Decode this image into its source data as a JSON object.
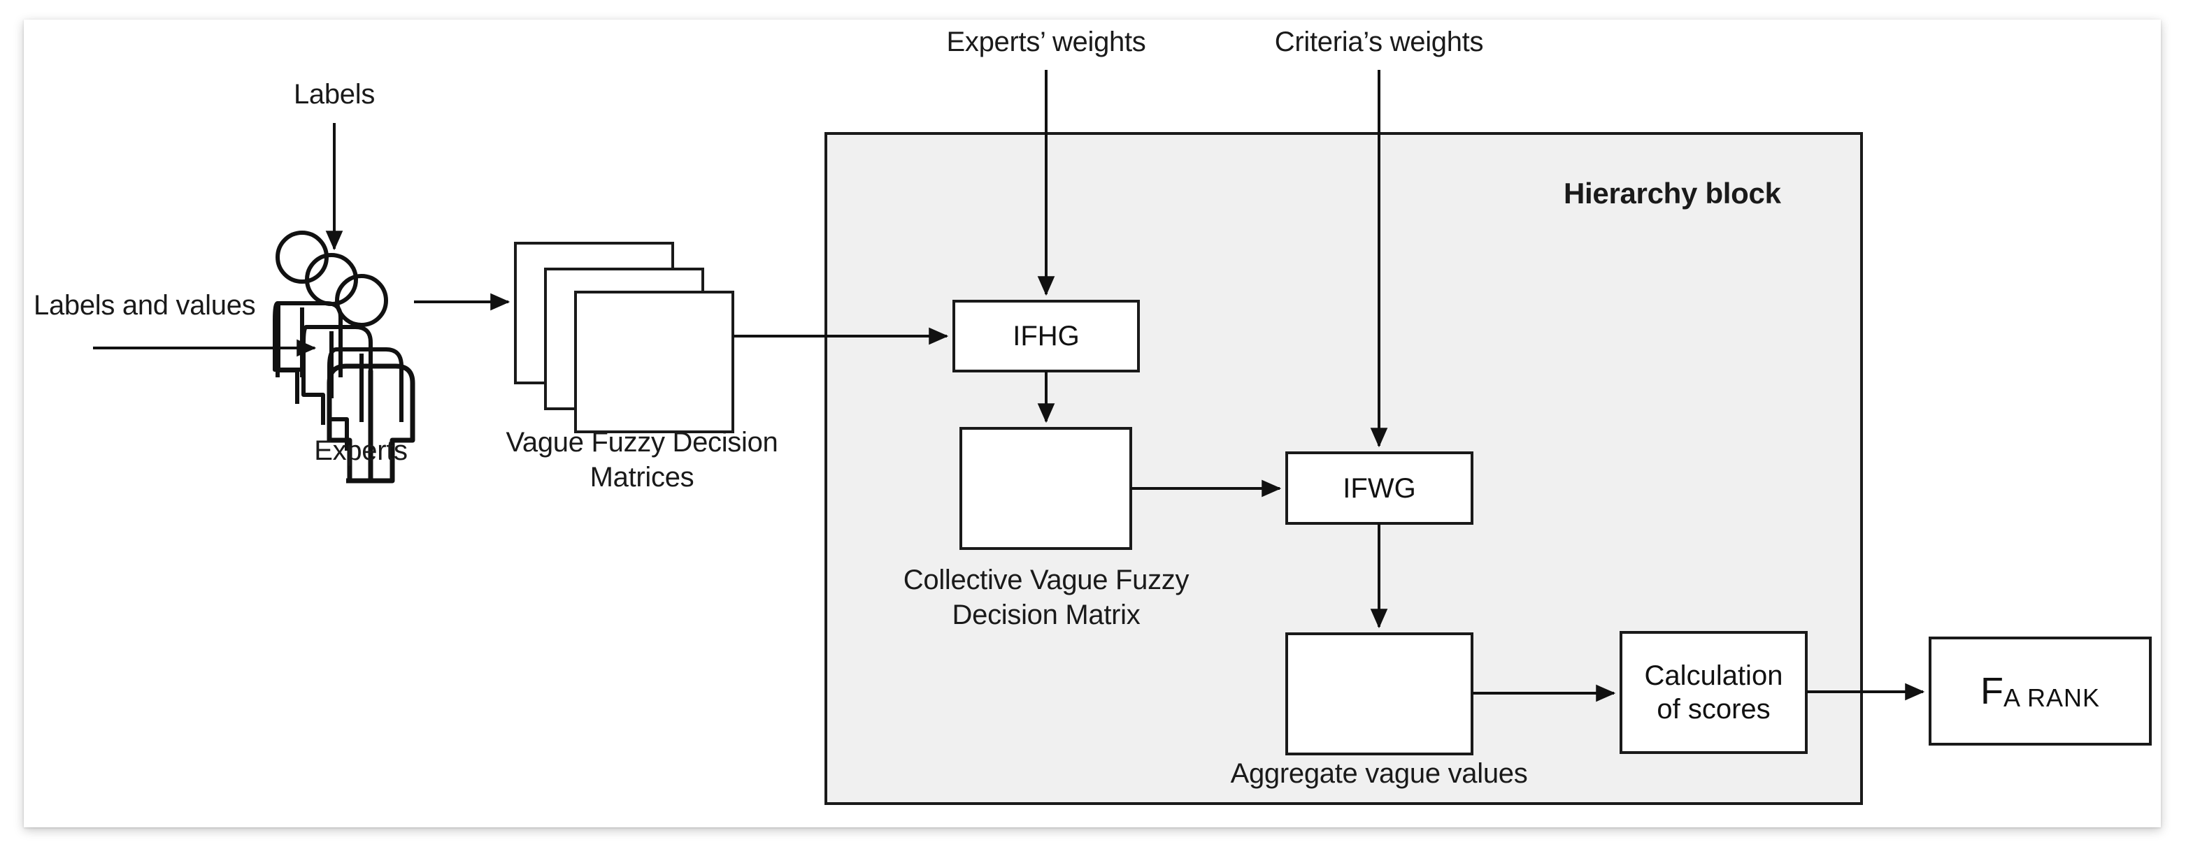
{
  "diagram": {
    "title": "Hierarchy block",
    "external_labels": {
      "labels": "Labels",
      "labels_and_values": "Labels and values",
      "experts_weights": "Experts’ weights",
      "criterias_weights": "Criteria’s weights"
    },
    "node_captions": {
      "experts": "Experts",
      "vague_fuzzy_decision_matrices": "Vague Fuzzy Decision\nMatrices",
      "collective_matrix": "Collective Vague Fuzzy\nDecision Matrix",
      "aggregate_values": "Aggregate vague values"
    },
    "boxes": {
      "ifhg": "IFHG",
      "ifwg": "IFWG",
      "calculation_of_scores": "Calculation\nof scores",
      "f_rank_main": "F",
      "f_rank_sub": "A RANK"
    },
    "colors": {
      "hierarchy_block_fill": "#f0f0f0",
      "stroke": "#1a1a1a",
      "box_fill": "#ffffff",
      "page_background": "#ffffff",
      "text": "#1a1a1a"
    }
  }
}
